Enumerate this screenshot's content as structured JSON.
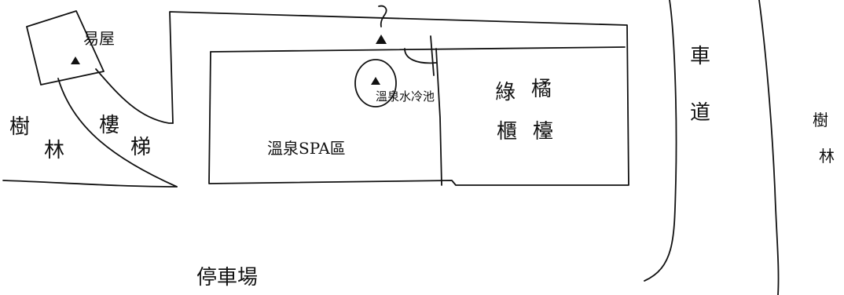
{
  "labels": {
    "hut": "易屋",
    "forest_left_1": "樹",
    "forest_left_2": "林",
    "stairs_1": "樓",
    "stairs_2": "梯",
    "spa_area": "溫泉SPA區",
    "hot_spring_pool": "溫泉水冷池",
    "counter_1_a": "綠",
    "counter_1_b": "櫃",
    "counter_2_a": "橘",
    "counter_2_b": "檯",
    "road_1": "車",
    "road_2": "道",
    "forest_right_1": "樹",
    "forest_right_2": "林",
    "parking": "停車場",
    "question_mark": "?"
  },
  "markers": [
    {
      "name": "hut-marker",
      "shape": "filled-triangle"
    },
    {
      "name": "top-marker",
      "shape": "filled-triangle"
    },
    {
      "name": "pool-marker",
      "shape": "filled-triangle"
    }
  ]
}
